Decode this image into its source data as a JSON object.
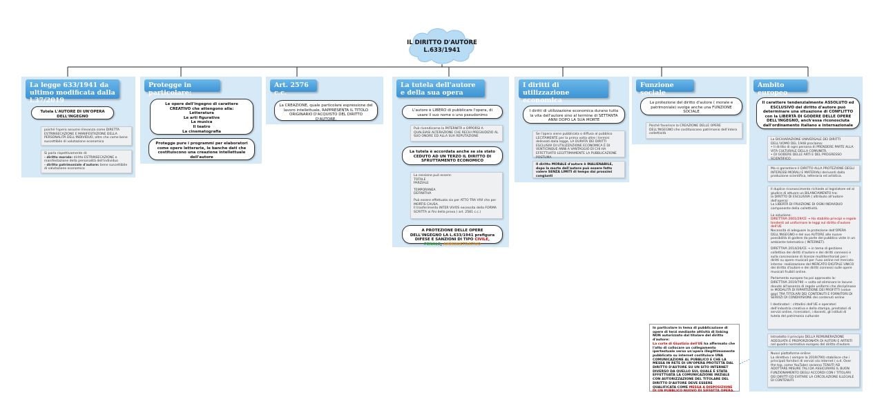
{
  "root": {
    "line1": "IL DIRITTO D'AUTORE",
    "line2": "L.633/1941"
  },
  "columns": [
    {
      "header": "La legge 633/1941 da ultimo modificata dalla l.37/2019",
      "pill1": "Tutela L'AUTORE DI UN'OPERA DELL'INGEGNO",
      "note1": "poiché l'opera assume rilevanza come DIRETTA ESTRINSECAZIONE E MANIFESTAZIONE DELLA PERSONALITÀ DELL'INDIVIDUO, oltre che come bene suscettibile di valutazione economica",
      "note2_intro": "Si parla rispettivamente di:",
      "note2_a_b": "- diritto morale:",
      "note2_a": " diritto ESTRINSECAZIONE e manifestazione della personalità dell'individuo",
      "note2_b_b": "- diritto patrimoniale d'autore:",
      "note2_b": " bene suscettibile di valutazione economica"
    },
    {
      "header": "Protegge in particolare:",
      "pill1_intro": "Le opere dell'ingegno di carattere CREATIVO che attengono alla:",
      "items": [
        "Letteratura",
        "Le arti figurative",
        "La musica",
        "Il teatro",
        "La cinematografia"
      ],
      "pill2": "Protegge pure i programmi per elaboratori come opere letterarie, le banche dati che costituiscono una creazione intellettuale dell'autore"
    },
    {
      "header": "Art. 2576 c.c.",
      "pill1": "La CREAZIONE, quale particolare espressione del lavoro intellettuale, RAPPRESENTA IL TITOLO ORIGINARIO D'ACQUISTO DEL DIRITTO D'AUTORE."
    },
    {
      "header": "La tutela dell'autore e della sua opera",
      "pill1": "L'autore è LIBERO di pubblicare l'opera, di usare il suo nome o uno pseudonimo",
      "note1": "Può rivendicarne la PATERNITÀ e OPPORSI A QUALSIASI ALTERAZIONE CHE RECHI PREGIUDIZIO AL SUO ONORE ED ALLA SUA REPUTAZIONE",
      "pill2": "La tutela è accordata anche se sia stato CEDUTO AD UN TERZO IL DIRITTO DI SFRUTTAMENTO ECONOMICO",
      "note2_lines": [
        "La cessione può essere:",
        "TOTALE",
        "PARZIALE",
        "",
        "TEMPORANEA",
        "DEFINITIVA",
        "",
        "Può essere effettuata sia per ATTO TRA VIVI che per MORTIS CAUSA.",
        "Il trasferimento INTER VIVOS necessita della FORMA SCRITTA ai fini della prova ( art. 2581 c.c.)"
      ],
      "pill3_a": "A PROTEZIONE DELLE OPERE DELL'INGEGNO LA L.633/1941 prefigura DIFESE E SANZIONI DI TIPO ",
      "pill3_civ": "CIVILE",
      "pill3_pen": "PENALE",
      "pill3_amm": "AMMINISTRATIVO"
    },
    {
      "header": "I diritti di utilizzazione economica",
      "pill1": "I diritti di utilizzazione economica durano tutta la vita dell'autore sino al termine di SETTANTA ANNI DOPO LA SUA MORTE",
      "note1": "Se l'opera viene pubblicata o diffusa al pubblico LECITAMENTE per la prima volta oltre i termini delineati dalla legge, LA DURATA DEI DIRITTI ESCLUSIVI DI UTILIZZAZIONE ECONOMICA È DI VENTICINQUE ANNI A VANTAGGIO DI CHI HA EFFETTUATO LEGITTIMAMENTE LA PUBBLICAZIONE POSTUMA",
      "note2": "Il diritto MORALE d'autore è INALIENABILE, dopo la morte dell'autore può essere fatto valere SENZA LIMITI di tempo dai prossimi congiunti"
    },
    {
      "header": "Funzione sociale",
      "pill1": "La protezione del diritto d'autore ( morale e patrimoniale) svolge anche una FUNZIONE SOCIALE",
      "note1": "Poiché favorisce la CREAZIONE DELLE OPERE DELL'INGEGNO che costituiscono patrimonio dell'intera collettività"
    },
    {
      "header": "Ambito europeo",
      "pill1": "Il carattere tendenzialmente ASSOLUTO ed ESCLUSIVO del diritto d'autore può determinare una situazione di CONFLITTO con la LIBERTÀ DI GODERE DELLE OPERE DELL'INGEGNO, anch'essa riconosciuta dall'ordinamento italiano e internazionale",
      "note1_lines": [
        "La DICHIARAZIONE UNIVERSALE DEI DIRITTI DELL'UOMO DEL 1948 proclama:",
        "• Il diritto di ogni persona di PRENDERE PARTE ALLA VITA CULTURALE DELLA COMUNITÀ,",
        "• DI GODERE DELLE ARTI E DEL PROGRESSO SCIENTIFICO"
      ],
      "note2": "Ma si garantisce il DIRITTO ALLA PROTEZIONE DEGLI INTERESSI MORALI E MATERIALI derivanti dalla produzione scientifica, letteraria ed artistica.",
      "note3_lines": [
        "Il duplice riconoscimento richiede al legislatore ed al giudice di attuare un BILANCIAMENTO tra:",
        "la DIRITTO DI ESCLUSIVA ( attributo all'autore dell'opera)",
        "La LIBERTÀ DI FRUIZIONE DI OGNI INDIVIDUO componente della collettività.",
        "",
        "La soluzione:",
        "DIRETTIVA 2001/29/CE → Ha stabilito principi e regole tendenti ad uniformare le leggi sul diritto d'autore dell'UE",
        "Necessità di adeguare la protezione dell'OPERA DELL'INGEGNO e del suo AUTORE alle nuove possibilità di godere da parte del pubblico viste in un ambiente telematico ( INTERNET).",
        "",
        "DIRETTIVA 2014/26/CE → in tema di gestione collettiva dei diritti d'autore e dei diritti connessi e sulla concessione di licenze multiterritoriali per i diritti su opere musicali per l'uso online nel mercato interno- realizzazione del MERCATO DIGITALE UNICO dei diritto d'autore e dei diritti connessi sulle opere musicali fruibili online.",
        "",
        "Parlamento europeo ha poi approvato la:",
        "DIRETTIVA 2019/790 → volta ad eliminare le lacune dovute all'assenza di regole uniformi che disciplinano le MODALITÀ DI RIPARTIZIONE DEI PROFITTI (value gap) TRA TITOLARI DEI CONTENUTI E FORNITORI DI SERVIZI DI CONDIVISIONE dei contenuti online",
        "",
        "I destinatari : cittadini dell'UE e operatori dell'industria creativa e della stampa, prestatori di servizi online, ricercatori, i docenti, gli istituti di tutela del patrimonio culturale"
      ],
      "note4": "Introdotto il principio DELLA REMUNERAZIONE ADEGUATA E PROPORZIONATA DI AUTORI E ARTISTI nel quadro normativo europeo del diritto d'autore.",
      "note5_lines": [
        "Nuovi piattaforme online:",
        "La direttiva ( sempre la 2019/790) stabilisce che i principali fornitori di servizi via internet ( o.d. Over the top, come YouTube) saranno TENUTI AD ADOTTARE MISURE TALI DA ASSICURARE IL BUON FUNZIONAMENTO DEGLI ACCORDI CON I TITOLARI DEI DIRITTI ED EVITARE LA CIRCOLAZIONE ILLEGALE DI CONTENUTI."
      ]
    }
  ],
  "callout": {
    "p1": "In particolare in tema di pubblicazione di opere di terzi mediante attività di linking NON autorizzato dal titolare del diritto d'autore:",
    "p2_red": "La corte di Giustizia dell'UE",
    "p2": " ha affermato che l'atto di collocare un collegamento ipertestuale verso un'opera illegittimamente pubblicata su internet costituisce UNA COMUNICAZIONE AL PUBBLICO E CHE LA MESSA IN RETE DI UN'OPERA PROTETTA DAL DIRITTO D'AUTORE SU UN SITO INTERNET DIVERSO DA QUELLO SUL QUALE È STATA EFFETTUATA LA COMUNICAZIONE INIZIALE CON AUTORIZZAZIONE DEL TITOLARE DEL DIRITTO D'AUTORE DEVE ESSERE QUALIFICATA COME ",
    "p2_red2": "MESSA A DISPOSIZIONE DI UN PUBBLICO NUOVO DI SIFFATTA OPERA."
  },
  "colors": {
    "panel": "#d6e9f6",
    "header": "#3d93d3",
    "cloud": "#b9dcf5"
  }
}
